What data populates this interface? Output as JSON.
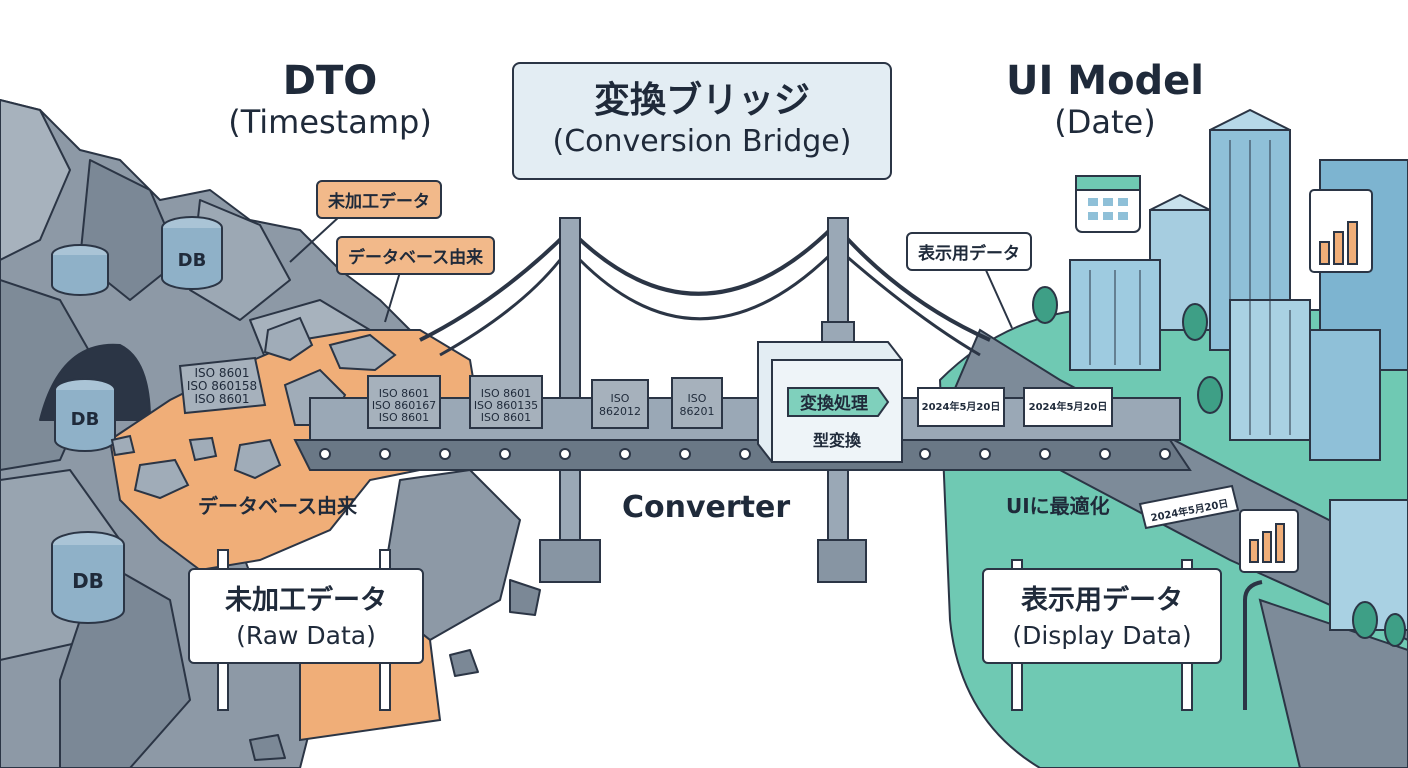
{
  "dto": {
    "title": "DTO",
    "subtitle": "(Timestamp)"
  },
  "bridge": {
    "title": "変換ブリッジ",
    "subtitle": "(Conversion Bridge)"
  },
  "ui_model": {
    "title": "UI Model",
    "subtitle": "(Date)"
  },
  "left_tags": {
    "raw_data": "未加工データ",
    "from_database": "データベース由来",
    "ground_label": "データベース由来"
  },
  "left_sign": {
    "line1": "未加工データ",
    "line2": "(Raw Data)"
  },
  "right_tags": {
    "display_data": "表示用データ",
    "ui_optimized": "UIに最適化"
  },
  "right_sign": {
    "line1": "表示用データ",
    "line2": "(Display Data)"
  },
  "db_label": "DB",
  "rock_labels": [
    [
      "ISO 8601",
      "ISO 860158",
      "ISO 8601"
    ],
    [
      "ISO 8601",
      "ISO 860167",
      "ISO 8601"
    ],
    [
      "ISO 8601",
      "ISO 860135",
      "ISO 8601"
    ],
    [
      "ISO",
      "862012"
    ],
    [
      "ISO",
      "86201"
    ]
  ],
  "converter": {
    "button": "変換処理",
    "caption": "型変換",
    "label": "Converter"
  },
  "date_blocks": [
    "2024年5月20日",
    "2024年5月20日",
    "2024年5月20日"
  ],
  "colors": {
    "rock": "#8a97a5",
    "soil": "#f0ae78",
    "city_ground": "#6fc9b3",
    "bridge": "#9aa8b6",
    "outline": "#2b3545"
  }
}
